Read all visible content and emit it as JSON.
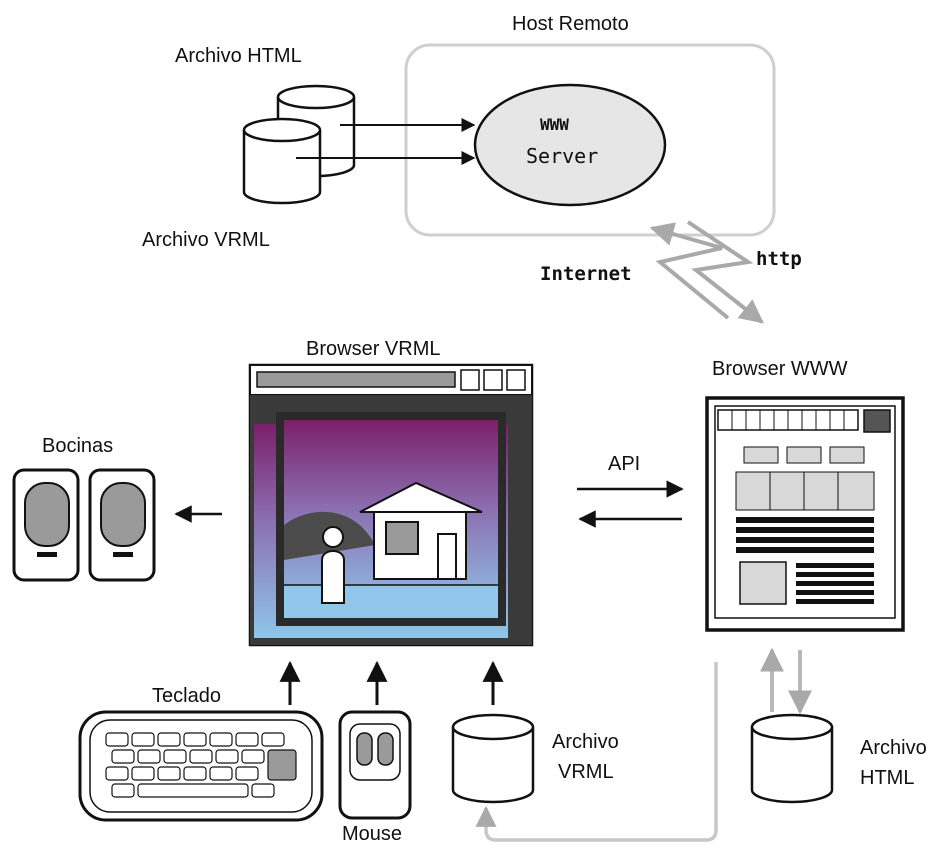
{
  "labels": {
    "host_remoto": "Host Remoto",
    "archivo_html_top": "Archivo HTML",
    "archivo_vrml_top": "Archivo VRML",
    "www": "WWW",
    "server": "Server",
    "internet": "Internet",
    "http": "http",
    "browser_vrml": "Browser VRML",
    "browser_www": "Browser WWW",
    "bocinas": "Bocinas",
    "api": "API",
    "teclado": "Teclado",
    "mouse": "Mouse",
    "archivo_vrml_bottom_1": "Archivo",
    "archivo_vrml_bottom_2": "VRML",
    "archivo_html_bottom_1": "Archivo",
    "archivo_html_bottom_2": "HTML"
  }
}
